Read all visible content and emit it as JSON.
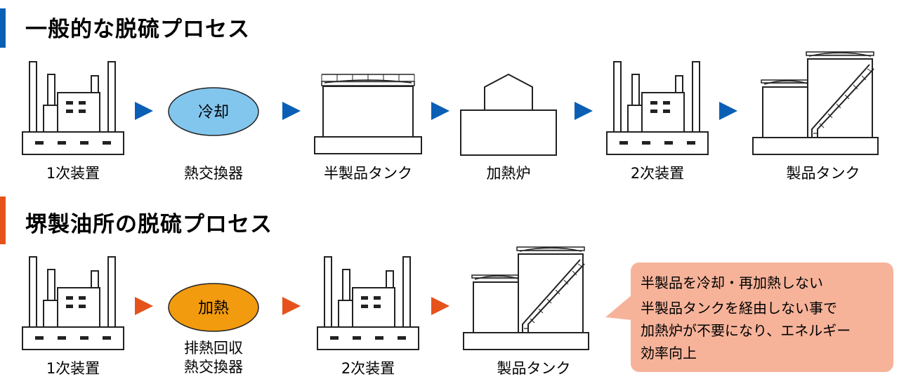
{
  "general": {
    "title": "一般的な脱硫プロセス",
    "accent": "#0a5fb4",
    "steps": [
      "1次装置",
      "熱交換器",
      "半製品タンク",
      "加熱炉",
      "2次装置",
      "製品タンク"
    ],
    "oval_text": "冷却",
    "oval_color": "#82c6ee"
  },
  "sakai": {
    "title": "堺製油所の脱硫プロセス",
    "accent": "#e6521c",
    "steps": [
      "1次装置",
      "排熱回収",
      "熱交換器",
      "2次装置",
      "製品タンク"
    ],
    "oval_text": "加熱",
    "oval_color": "#f29b0e",
    "callout": {
      "line1": "半製品を冷却・再加熱しない",
      "line2": "半製品タンクを経由しない事で",
      "line3": "加熱炉が不要になり、エネルギー",
      "line4": "効率向上",
      "fill": "#f6b39a"
    }
  }
}
